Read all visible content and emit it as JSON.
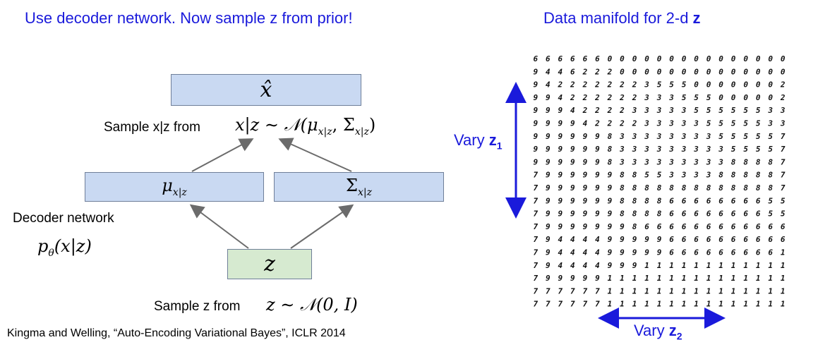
{
  "left_title": "Use decoder network.  Now sample z from prior!",
  "right_title_prefix": "Data manifold for 2-d ",
  "right_title_bold": "z",
  "x_hat_symbol": "x̂",
  "sample_x_label": "Sample x|z from",
  "sample_x_equation": {
    "lhs": "x|z ∼ 𝒩(μ",
    "sub1": "x|z",
    "mid": ", Σ",
    "sub2": "x|z",
    "end": ")"
  },
  "mu_box": {
    "symbol": "μ",
    "sub": "x|z"
  },
  "sigma_box": {
    "symbol": "Σ",
    "sub": "x|z"
  },
  "decoder_label": "Decoder network",
  "decoder_formula": {
    "p": "p",
    "sub": "θ",
    "rest": "(x|z)"
  },
  "z_box": "z",
  "sample_z_label": "Sample z from",
  "sample_z_equation": "z ∼ 𝒩(0, I)",
  "citation": "Kingma and Welling, “Auto-Encoding Variational Bayes”, ICLR 2014",
  "vary_z1": {
    "text": "Vary ",
    "var": "z",
    "sub": "1"
  },
  "vary_z2": {
    "text": "Vary ",
    "var": "z",
    "sub": "2"
  },
  "manifold_rows": [
    "666666000000000000000",
    "944622200000000000000",
    "942222222355500000002",
    "994222222333555000002",
    "999422223333355555533",
    "999942222333335555533",
    "999999833333333555557",
    "999999833333333355557",
    "999999833333333388887",
    "799999988553333888887",
    "799999988888888888887",
    "799999988886666666655",
    "799999988886666666655",
    "799999998666666666666",
    "794444999996666666666",
    "794444999996666666661",
    "794444999111111111111",
    "799999111111111111111",
    "777777111111111111111",
    "777777111111111111111"
  ],
  "colors": {
    "accent": "#1a1adb",
    "box_blue": "#c9d9f2",
    "box_green": "#d6ead0",
    "arrow": "#6b6b6b"
  }
}
